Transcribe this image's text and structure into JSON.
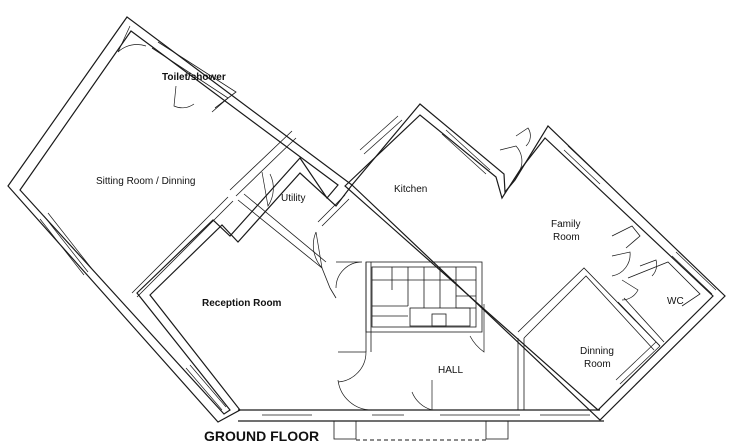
{
  "rooms": {
    "toilet_shower": "Toilet/shower",
    "sitting_dining": "Sitting Room / Dinning",
    "utility": "Utility",
    "kitchen": "Kitchen",
    "family_room_line1": "Family",
    "family_room_line2": "Room",
    "reception_room": "Reception Room",
    "wc": "WC",
    "dinning_room_line1": "Dinning",
    "dinning_room_line2": "Room",
    "hall": "HALL"
  },
  "floor_title": "GROUND FLOOR"
}
